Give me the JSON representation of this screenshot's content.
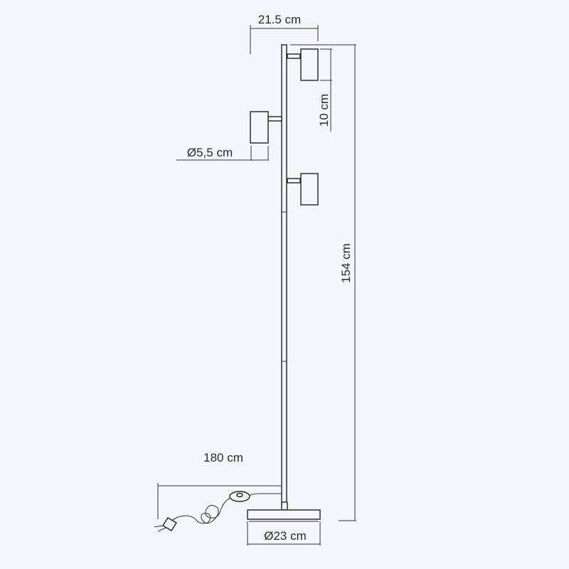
{
  "dimensions": {
    "arm_reach": "21.5 cm",
    "head_height": "10 cm",
    "head_diameter": "Ø5,5 cm",
    "total_height": "154 cm",
    "cable_length": "180 cm",
    "base_diameter": "Ø23 cm"
  },
  "colors": {
    "background": "#f5f6f8",
    "line": "#222222"
  }
}
